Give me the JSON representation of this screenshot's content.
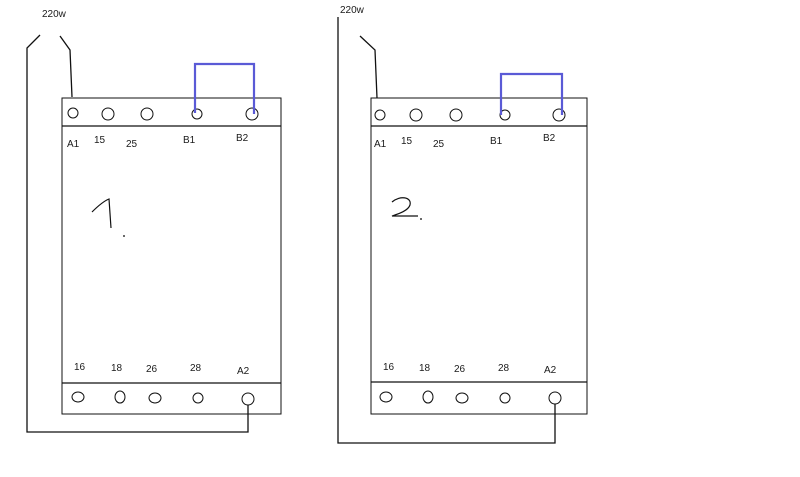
{
  "supply": {
    "left": "220w",
    "right": "220w"
  },
  "relays": [
    {
      "number": "1",
      "top_terminals": [
        "A1",
        "15",
        "25",
        "B1",
        "B2"
      ],
      "bottom_terminals": [
        "16",
        "18",
        "26",
        "28",
        "A2"
      ]
    },
    {
      "number": "2",
      "top_terminals": [
        "A1",
        "15",
        "25",
        "B1",
        "B2"
      ],
      "bottom_terminals": [
        "16",
        "18",
        "26",
        "28",
        "A2"
      ]
    }
  ],
  "colors": {
    "bridge": "#5a5ad6",
    "line": "#111111"
  }
}
